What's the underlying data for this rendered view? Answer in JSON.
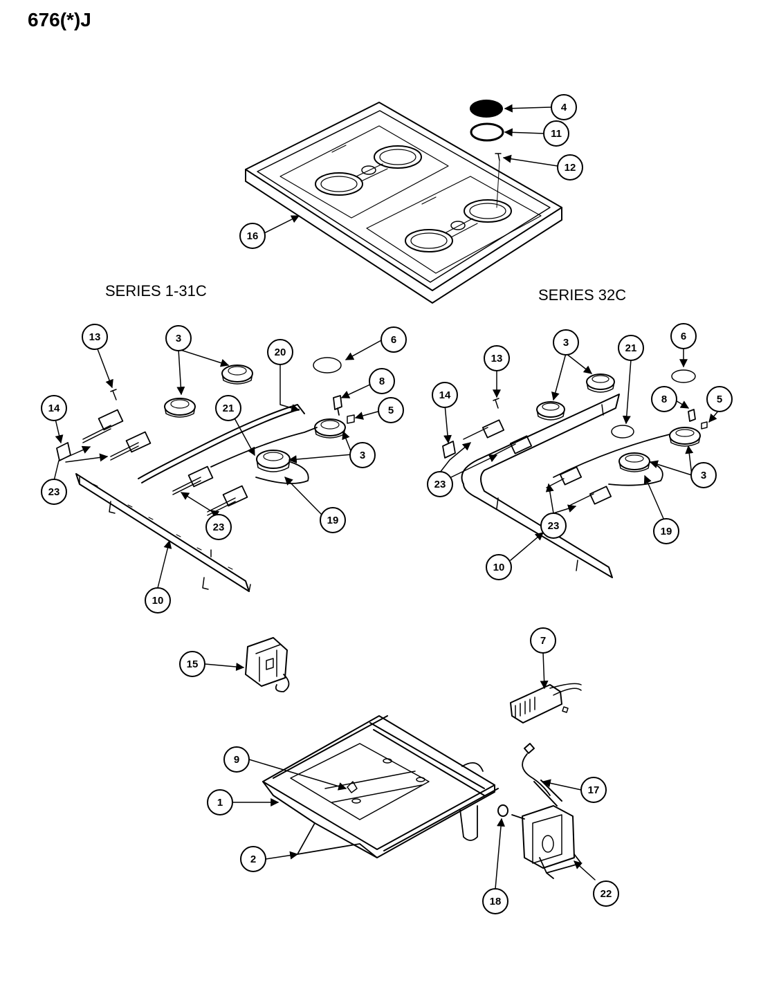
{
  "page": {
    "title": "676(*)J"
  },
  "series": {
    "left": "SERIES 1-31C",
    "right": "SERIES 32C"
  },
  "callouts": {
    "c1": "1",
    "c2": "2",
    "c3": "3",
    "c4": "4",
    "c5": "5",
    "c6": "6",
    "c7": "7",
    "c8": "8",
    "c9": "9",
    "c10": "10",
    "c11": "11",
    "c12": "12",
    "c13": "13",
    "c14": "14",
    "c15": "15",
    "c16": "16",
    "c17": "17",
    "c18": "18",
    "c19": "19",
    "c20": "20",
    "c21": "21",
    "c22": "22",
    "c23": "23"
  }
}
